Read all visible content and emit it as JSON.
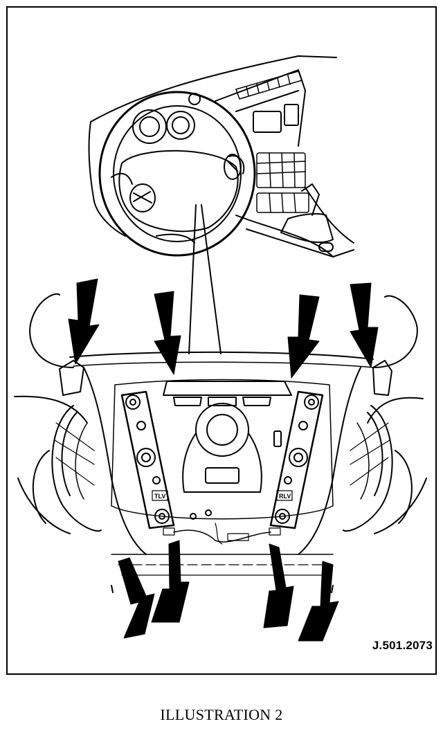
{
  "figure": {
    "reference_code": "J.501.2073",
    "caption": "ILLUSTRATION 2"
  },
  "pads": {
    "left_label": "TLV",
    "right_label": "RLV"
  },
  "icons": {
    "arrows": "arrow-icon",
    "steering_wheel": "steering-wheel-icon"
  },
  "colors": {
    "ink": "#000000",
    "paper": "#ffffff"
  }
}
